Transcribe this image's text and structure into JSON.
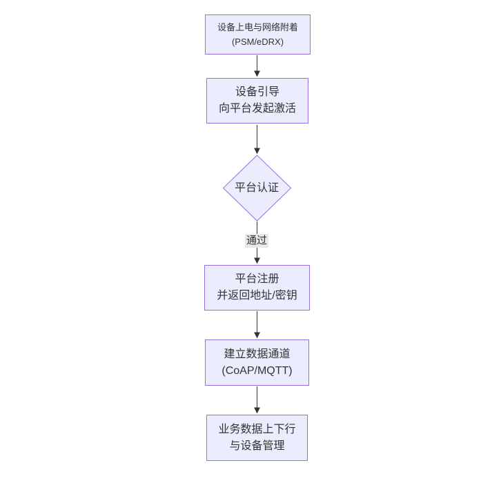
{
  "diagram": {
    "type": "flowchart",
    "direction": "top-down",
    "colors": {
      "background": "#ffffff",
      "node_fill": "#ECECFF",
      "node_border": "#9370DB",
      "edge": "#333333",
      "edge_label_bg": "#e8e8e8",
      "text": "#333333"
    },
    "nodes": [
      {
        "id": "power_attach",
        "shape": "rect",
        "line1": "设备上电与网络附着",
        "line2": "(PSM/eDRX)"
      },
      {
        "id": "bootstrap",
        "shape": "rect",
        "line1": "设备引导",
        "line2": "向平台发起激活"
      },
      {
        "id": "auth_decision",
        "shape": "diamond",
        "line1": "平台认证",
        "line2": ""
      },
      {
        "id": "register",
        "shape": "rect",
        "line1": "平台注册",
        "line2": "并返回地址/密钥"
      },
      {
        "id": "data_channel",
        "shape": "rect",
        "line1": "建立数据通道",
        "line2": "(CoAP/MQTT)"
      },
      {
        "id": "business",
        "shape": "rect",
        "line1": "业务数据上下行",
        "line2": "与设备管理"
      }
    ],
    "edges": [
      {
        "from": "power_attach",
        "to": "bootstrap"
      },
      {
        "from": "bootstrap",
        "to": "auth_decision"
      },
      {
        "from": "auth_decision",
        "to": "register",
        "label": "通过"
      },
      {
        "from": "register",
        "to": "data_channel"
      },
      {
        "from": "data_channel",
        "to": "business"
      }
    ]
  }
}
